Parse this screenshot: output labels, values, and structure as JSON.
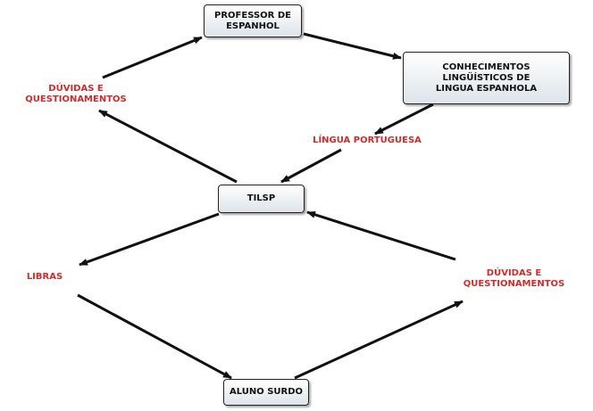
{
  "colors": {
    "label_red": "#d42a2a",
    "node_fill_top": "#ffffff",
    "node_fill_bottom": "#dde4ea",
    "arrow": "#111111"
  },
  "nodes": {
    "professor": "PROFESSOR DE ESPANHOL",
    "conhecimentos": "CONHECIMENTOS LINGÜÍSTICOS DE LINGUA ESPANHOLA",
    "tilsp": "TILSP",
    "aluno": "ALUNO SURDO"
  },
  "labels": {
    "duvidas_left": "DÚVIDAS E QUESTIONAMENTOS",
    "lingua_portuguesa": "LÍNGUA PORTUGUESA",
    "libras": "LIBRAS",
    "duvidas_right": "DÚVIDAS E QUESTIONAMENTOS"
  }
}
